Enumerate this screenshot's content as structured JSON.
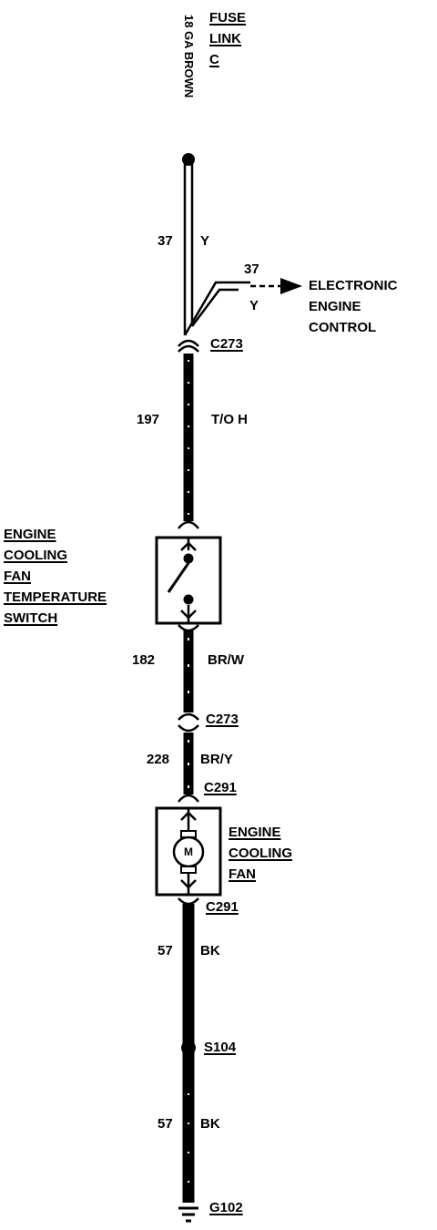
{
  "fuse": {
    "wire_gauge_label": "18 GA BROWN",
    "name_lines": [
      "FUSE",
      "LINK",
      "C"
    ]
  },
  "circuits": {
    "c37_number": "37",
    "c37_color": "Y",
    "branch_number": "37",
    "branch_color": "Y",
    "c197_number": "197",
    "c197_color": "T/O H",
    "c182_number": "182",
    "c182_color": "BR/W",
    "c228_number": "228",
    "c228_color": "BR/Y",
    "c57a_number": "57",
    "c57a_color": "BK",
    "c57b_number": "57",
    "c57b_color": "BK"
  },
  "connectors": {
    "c273_top": "C273",
    "c273_mid": "C273",
    "c291_top": "C291",
    "c291_bottom": "C291",
    "splice": "S104",
    "ground": "G102"
  },
  "destinations": {
    "eec_lines": [
      "ELECTRONIC",
      "ENGINE",
      "CONTROL"
    ]
  },
  "components": {
    "temp_switch_lines": [
      "ENGINE",
      "COOLING",
      "FAN",
      "TEMPERATURE",
      "SWITCH"
    ],
    "fan_lines": [
      "ENGINE",
      "COOLING",
      "FAN"
    ],
    "motor_symbol": "M"
  }
}
